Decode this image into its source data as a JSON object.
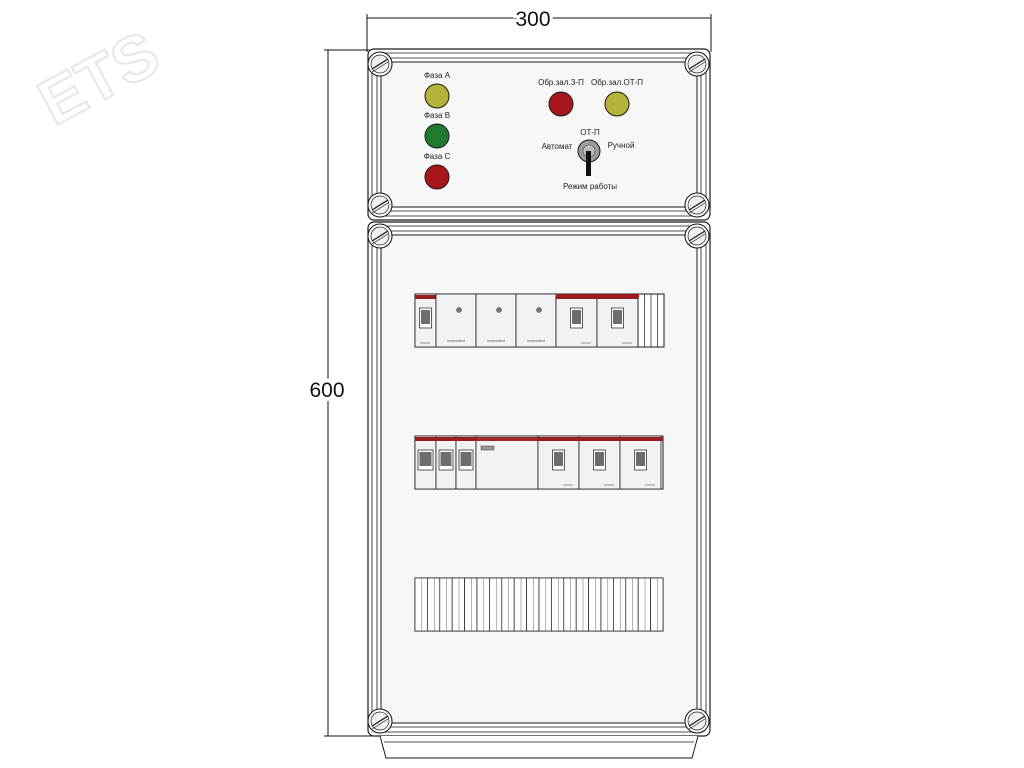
{
  "watermark": "ETS",
  "dimensions": {
    "width": "300",
    "height": "600"
  },
  "top_panel": {
    "phase_lamps": [
      {
        "label": "Фаза А",
        "color": "#b5b23a"
      },
      {
        "label": "Фаза В",
        "color": "#1f7a32"
      },
      {
        "label": "Фаза С",
        "color": "#a8161c"
      }
    ],
    "status_lamps": [
      {
        "label": "Обр.зал.З-П",
        "color": "#a8161c"
      },
      {
        "label": "Обр.зал.ОТ-П",
        "color": "#b5b23a"
      }
    ],
    "switch": {
      "label_top": "ОТ-П",
      "label_left": "Автомат",
      "label_right": "Ручной",
      "label_bottom": "Режим работы"
    }
  },
  "dinrails": {
    "row1": {
      "modules": [
        {
          "type": "breaker"
        },
        {
          "type": "relay",
          "label": "nmnmmlnnt"
        },
        {
          "type": "relay",
          "label": "nmnmmlnnt"
        },
        {
          "type": "relay",
          "label": "nmnmmlnnt"
        },
        {
          "type": "breaker"
        },
        {
          "type": "breaker"
        }
      ]
    },
    "row2": {
      "modules": [
        {
          "type": "breaker-slim"
        },
        {
          "type": "breaker-slim"
        },
        {
          "type": "breaker-slim"
        },
        {
          "type": "contactor"
        },
        {
          "type": "breaker"
        },
        {
          "type": "breaker"
        },
        {
          "type": "breaker"
        }
      ]
    },
    "row3": {
      "terminal_count": 20
    }
  },
  "colors": {
    "outline": "#1a1a1a",
    "panel_fill": "#f7f7f7",
    "module_fill": "#f2f2f2",
    "accent_red": "#9a1c1c",
    "handle": "#6d6d6d"
  }
}
